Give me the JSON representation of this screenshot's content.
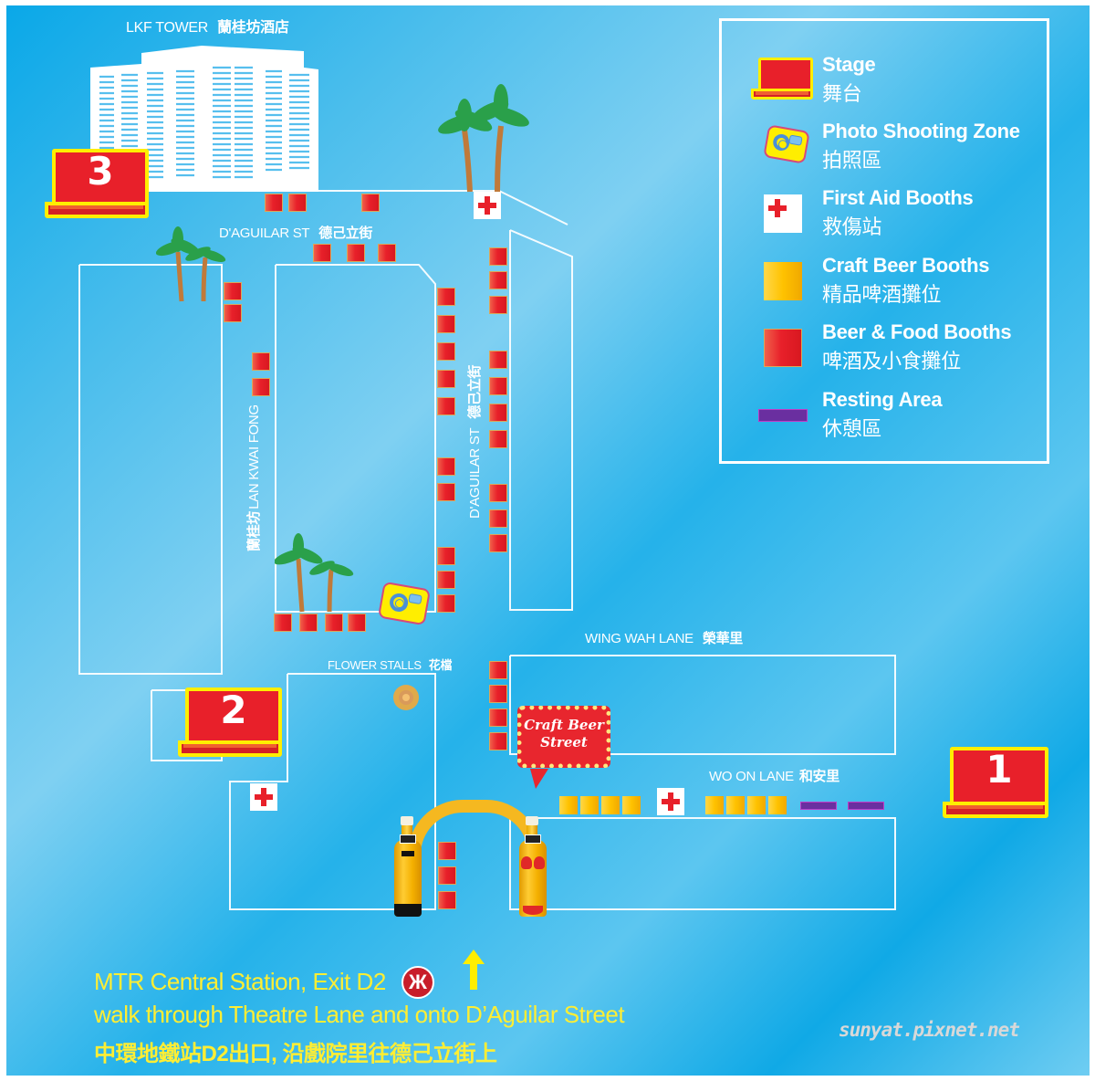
{
  "landmarks": {
    "tower_label_en": "LKF TOWER",
    "tower_label_zh": "蘭桂坊酒店",
    "flower_stalls_en": "FLOWER STALLS",
    "flower_stalls_zh": "花檔"
  },
  "streets": {
    "daguilar_top_en": "D'AGUILAR ST",
    "daguilar_top_zh": "德己立街",
    "daguilar_vertical_en": "D'AGUILAR ST",
    "daguilar_vertical_zh": "德己立街",
    "lan_kwai_fong_en": "LAN KWAI FONG",
    "lan_kwai_fong_zh": "蘭桂坊",
    "wing_wah_lane_en": "WING WAH LANE",
    "wing_wah_lane_zh": "榮華里",
    "wo_on_lane_en": "WO ON LANE",
    "wo_on_lane_zh": "和安里"
  },
  "stages": [
    {
      "number": "1"
    },
    {
      "number": "2"
    },
    {
      "number": "3"
    }
  ],
  "craft_beer_sign": {
    "line1": "Craft Beer",
    "line2": "Street"
  },
  "legend": {
    "items": [
      {
        "icon": "stage-icon",
        "en": "Stage",
        "zh": "舞台"
      },
      {
        "icon": "camera-icon",
        "en": "Photo Shooting Zone",
        "zh": "拍照區"
      },
      {
        "icon": "first-aid-icon",
        "en": "First Aid Booths",
        "zh": "救傷站"
      },
      {
        "icon": "craft-beer-booth-icon",
        "en": "Craft Beer Booths",
        "zh": "精品啤酒攤位"
      },
      {
        "icon": "beer-food-booth-icon",
        "en": "Beer & Food Booths",
        "zh": "啤酒及小食攤位"
      },
      {
        "icon": "resting-area-icon",
        "en": "Resting Area",
        "zh": "休憩區"
      }
    ]
  },
  "directions": {
    "line1": "MTR Central Station, Exit D2",
    "line2": "walk through Theatre Lane and onto D’Aguilar Street",
    "line3": "中環地鐵站D2出口, 沿戲院里往德己立街上",
    "mtr_logo_glyph": "Ж"
  },
  "watermark": "sunyat.pixnet.net",
  "colors": {
    "background": "#2bb4ea",
    "stage_red": "#e8202a",
    "stage_border": "#ffee00",
    "craft_beer_yellow": "#ffc200",
    "resting_purple": "#6a2fa0",
    "direction_text": "#ffee33"
  }
}
